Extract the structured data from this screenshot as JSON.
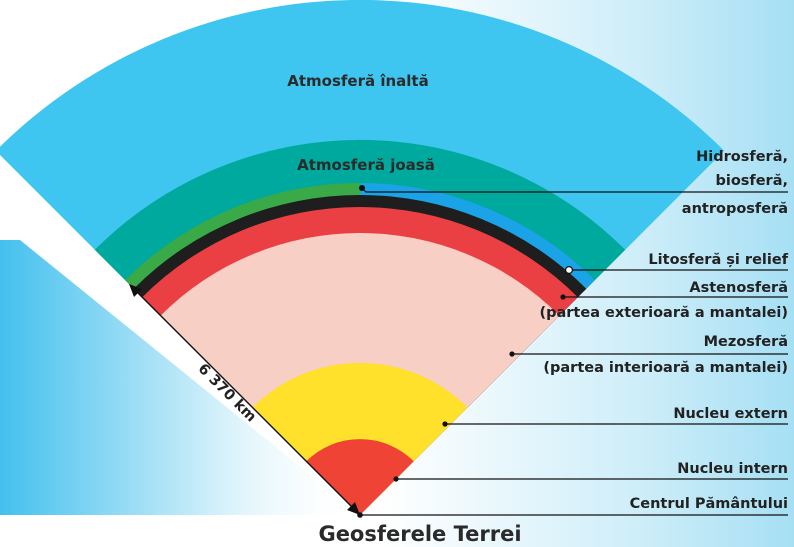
{
  "title": "Geosferele Terrei",
  "radius_label": "6 370 km",
  "colors": {
    "upper_atmosphere": "#3ec6f0",
    "lower_atmosphere": "#00a99d",
    "hydrosphere": "#1ba3e8",
    "biosphere": "#3aaa48",
    "lithosphere": "#1e1e1e",
    "asthenosphere": "#ea3f43",
    "mesosphere": "#f8cfc4",
    "outer_core": "#ffe02a",
    "inner_core": "#ee4335"
  },
  "layers": {
    "upper_atmosphere": "Atmosferă înaltă",
    "lower_atmosphere": "Atmosferă joasă"
  },
  "labels": {
    "hydro_1": "Hidrosferă,",
    "hydro_2": "biosferă,",
    "hydro_3": "antroposferă",
    "lithosphere": "Litosferă și relief",
    "astheno_1": "Astenosferă",
    "astheno_2": "(partea exterioară a mantalei)",
    "meso_1": "Mezosferă",
    "meso_2": "(partea interioară a mantalei)",
    "outer_core": "Nucleu extern",
    "inner_core": "Nucleu intern",
    "center": "Centrul Pământului"
  }
}
